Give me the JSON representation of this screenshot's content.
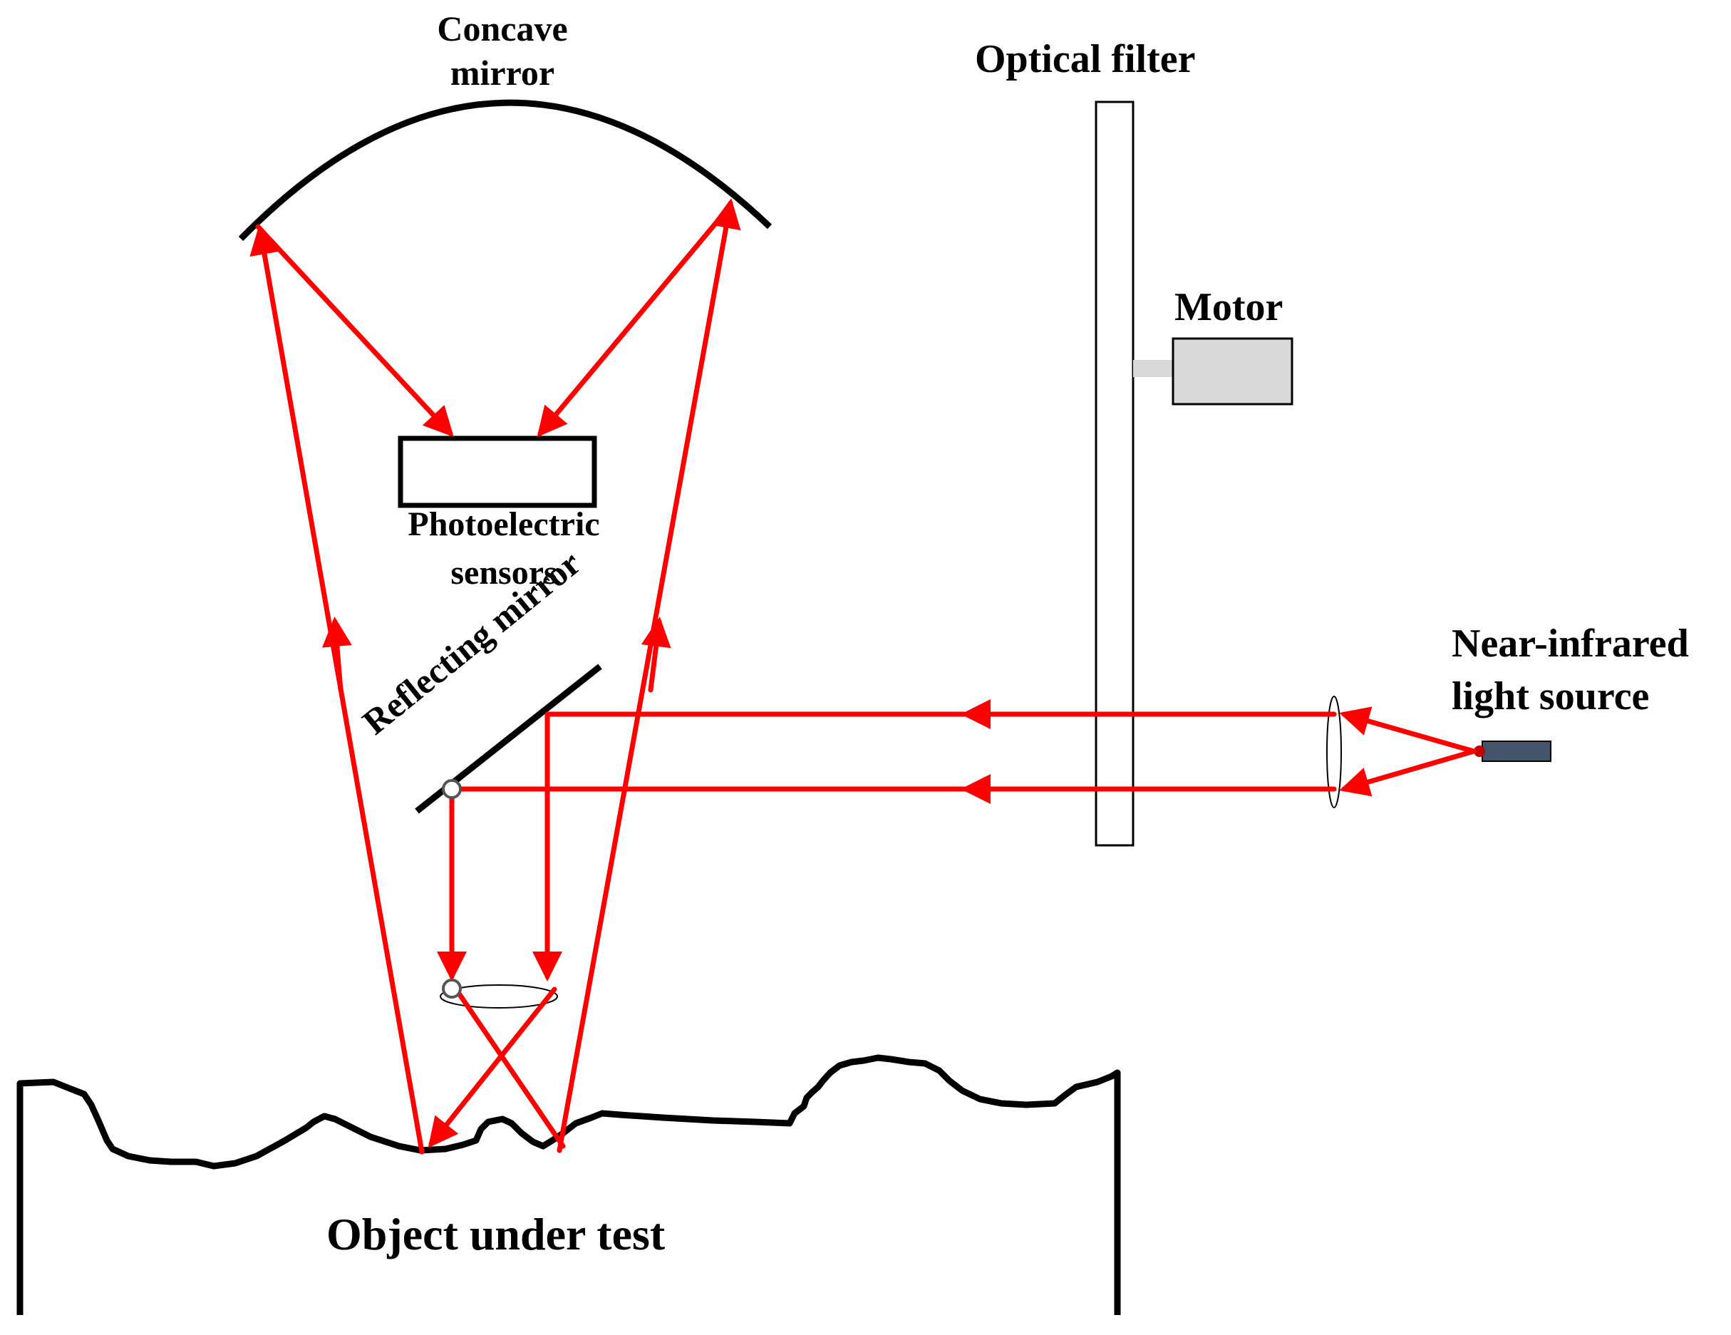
{
  "labels": {
    "concave_mirror": [
      "Concave",
      "mirror"
    ],
    "optical_filter": "Optical filter",
    "motor": "Motor",
    "photoelectric_sensors": [
      "Photoelectric",
      "sensors"
    ],
    "reflecting_mirror": "Reflecting mirror",
    "light_source": [
      "Near-infrared",
      "light source"
    ],
    "object": "Object under test"
  },
  "colors": {
    "beam": "#ff0000",
    "outline": "#000000",
    "motor_fill": "#d9d9d9",
    "source_body": "#44546a",
    "source_emitter": "#c00000"
  }
}
